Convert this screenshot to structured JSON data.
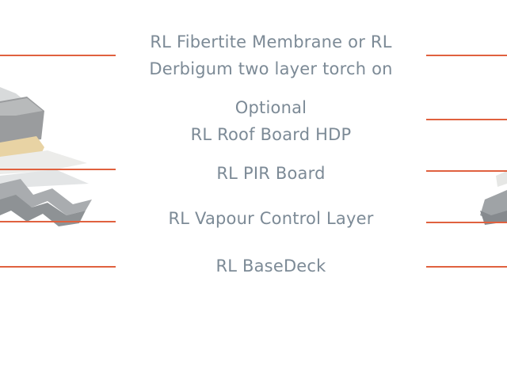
{
  "colors": {
    "leader": "#e0613f",
    "label_text": "#7c8a96",
    "background": "#ffffff"
  },
  "layers": [
    {
      "id": "membrane",
      "lines": [
        "RL Fibertite Membrane or RL",
        "Derbigum two layer torch on"
      ]
    },
    {
      "id": "roof-board",
      "lines": [
        "Optional",
        "RL Roof Board HDP"
      ]
    },
    {
      "id": "pir-board",
      "lines": [
        "RL PIR Board"
      ]
    },
    {
      "id": "vapour-control",
      "lines": [
        "RL Vapour Control Layer"
      ]
    },
    {
      "id": "basedeck",
      "lines": [
        "RL BaseDeck"
      ]
    }
  ]
}
